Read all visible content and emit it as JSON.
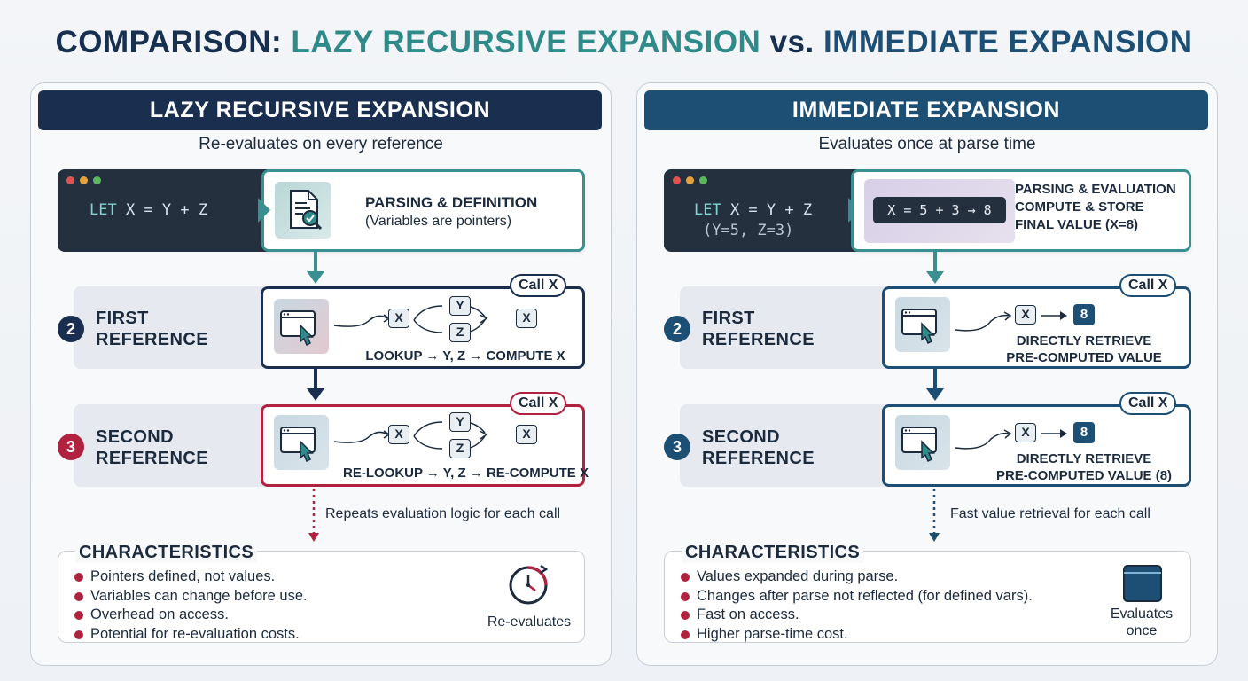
{
  "title": {
    "prefix": "COMPARISON: ",
    "lazy": "LAZY RECURSIVE EXPANSION",
    "vs": " vs. ",
    "immediate": "IMMEDIATE EXPANSION"
  },
  "colors": {
    "navy": "#1a2f4f",
    "teal": "#3a8f91",
    "blue": "#1d4f74",
    "crimson": "#b0223f"
  },
  "lazy": {
    "header": "LAZY RECURSIVE EXPANSION",
    "subtitle": "Re-evaluates on every reference",
    "code": {
      "keyword": "LET",
      "expr": " X = Y + Z"
    },
    "parse": {
      "title": "PARSING & DEFINITION",
      "text": "(Variables are pointers)",
      "icon": "document-search-icon"
    },
    "step2": {
      "number": "2",
      "label_line1": "FIRST",
      "label_line2": "REFERENCE",
      "call": "Call X",
      "nodes": [
        "X",
        "Y",
        "Z",
        "X"
      ],
      "caption": "LOOKUP → Y, Z → COMPUTE X"
    },
    "step3": {
      "number": "3",
      "label_line1": "SECOND",
      "label_line2": "REFERENCE",
      "call": "Call X",
      "nodes": [
        "X",
        "Y",
        "Z",
        "X"
      ],
      "caption": "RE-LOOKUP → Y, Z → RE-COMPUTE X"
    },
    "note": "Repeats evaluation logic for each call",
    "characteristics": {
      "title": "CHARACTERISTICS",
      "items": [
        "Pointers defined, not values.",
        "Variables can change before use.",
        "Overhead on access.",
        "Potential for re-evaluation costs."
      ],
      "side_icon": "clock-refresh-icon",
      "side_text": "Re-evaluates"
    }
  },
  "immediate": {
    "header": "IMMEDIATE EXPANSION",
    "subtitle": "Evaluates once at parse time",
    "code": {
      "keyword": "LET",
      "expr": " X = Y + Z",
      "line2": "(Y=5, Z=3)"
    },
    "parse": {
      "expr": "X = 5 + 3 → 8",
      "line1": "PARSING & EVALUATION",
      "line2": "COMPUTE & STORE",
      "line3": "FINAL VALUE (X=8)"
    },
    "step2": {
      "number": "2",
      "label_line1": "FIRST",
      "label_line2": "REFERENCE",
      "call": "Call X",
      "node": "X",
      "value": "8",
      "caption_line1": "DIRECTLY RETRIEVE",
      "caption_line2": "PRE-COMPUTED VALUE"
    },
    "step3": {
      "number": "3",
      "label_line1": "SECOND",
      "label_line2": "REFERENCE",
      "call": "Call X",
      "node": "X",
      "value": "8",
      "caption_line1": "DIRECTLY RETRIEVE",
      "caption_line2": "PRE-COMPUTED VALUE (8)"
    },
    "note": "Fast value retrieval for each call",
    "characteristics": {
      "title": "CHARACTERISTICS",
      "items": [
        "Values expanded during parse.",
        "Changes after parse not reflected (for defined vars).",
        "Fast on access.",
        "Higher parse-time cost."
      ],
      "side_icon": "storage-box-icon",
      "side_text_line1": "Evaluates",
      "side_text_line2": "once"
    }
  }
}
